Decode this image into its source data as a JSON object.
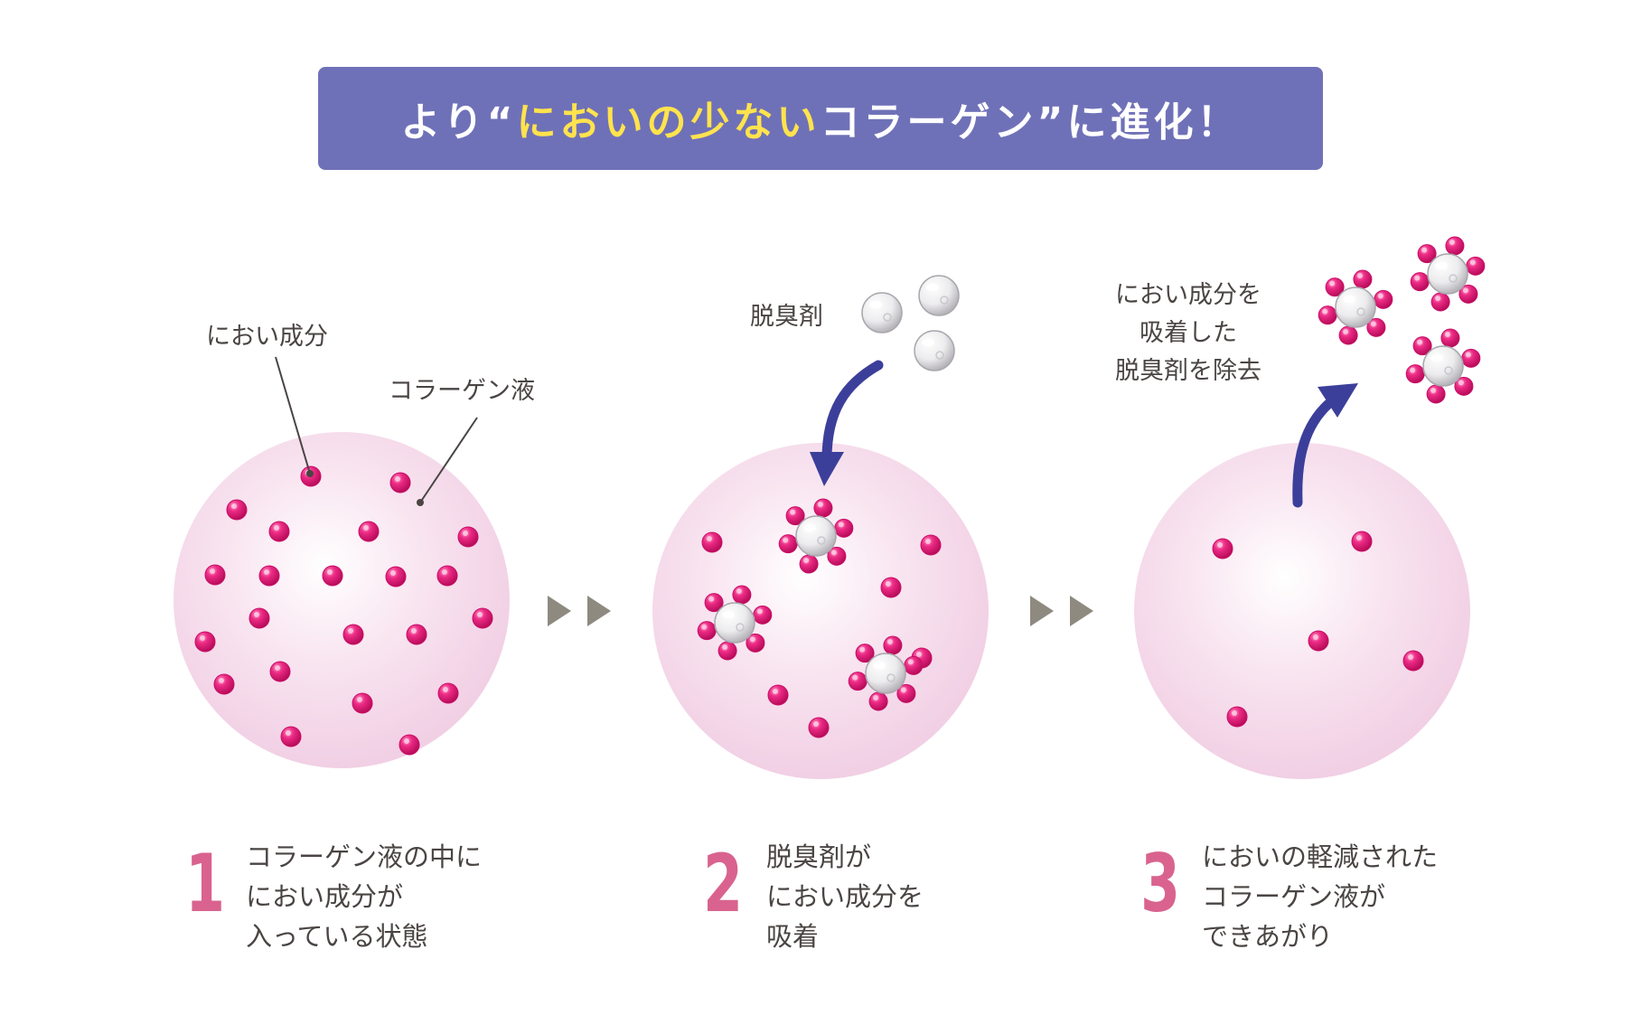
{
  "banner": {
    "prefix": "より“",
    "highlight": "においの少ない",
    "suffix": "コラーゲン”に進化！",
    "colors": {
      "background": "#6f71b8",
      "highlight": "#ffe34d",
      "text": "#ffffff"
    }
  },
  "labels": {
    "odor_component": "におい成分",
    "collagen_liquid": "コラーゲン液",
    "deodorant": "脱臭剤",
    "removal": [
      "におい成分を",
      "吸着した",
      "脱臭剤を除去"
    ]
  },
  "steps": [
    {
      "number": "1",
      "lines": [
        "コラーゲン液の中に",
        "におい成分が",
        "入っている状態"
      ]
    },
    {
      "number": "2",
      "lines": [
        "脱臭剤が",
        "におい成分を",
        "吸着"
      ]
    },
    {
      "number": "3",
      "lines": [
        "においの軽減された",
        "コラーゲン液が",
        "できあがり"
      ]
    }
  ],
  "icons": [
    "odor-particle-icon",
    "deodorant-bubble-icon",
    "double-arrow-right-icon",
    "curved-arrow-icon"
  ],
  "colors": {
    "particle": "#e5177a",
    "step_number": "#d9638e",
    "arrow": "#3c3f9a",
    "separator": "#8e8a80",
    "circle": "#f7dcec"
  }
}
